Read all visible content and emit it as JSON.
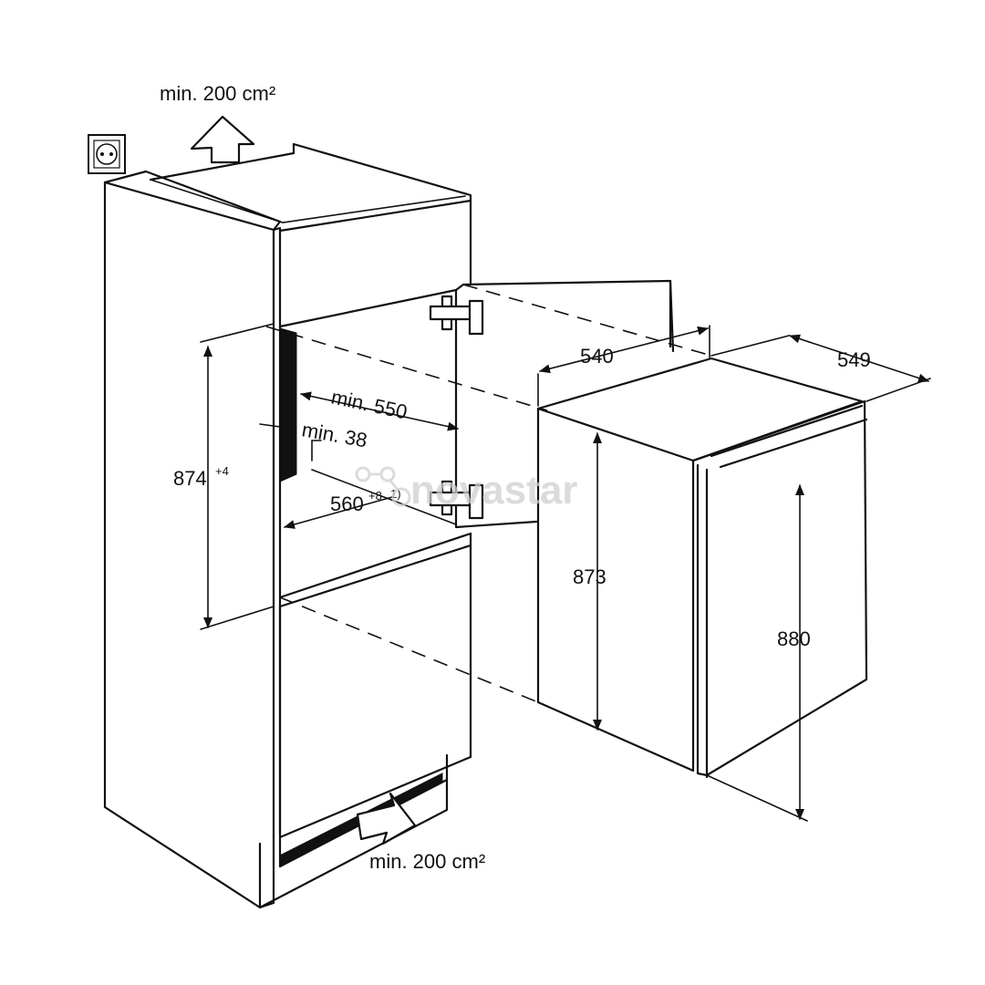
{
  "labels": {
    "vent_top": "min. 200 cm²",
    "vent_bottom": "min. 200 cm²",
    "niche_height": "874",
    "niche_height_tol": "+4",
    "min_depth": "min. 550",
    "min_gap": "min. 38",
    "niche_width": "560",
    "niche_width_tol": "+8",
    "niche_width_note": "1)",
    "appliance_width": "540",
    "appliance_depth": "549",
    "appliance_height_body": "873",
    "appliance_height_total": "880"
  },
  "watermark": "novastar",
  "icons": {
    "socket": "power-socket-icon",
    "vent_top_arrow": "arrow-up-icon",
    "vent_bottom_arrow": "arrow-right-icon"
  },
  "colors": {
    "line": "#111111",
    "background": "#ffffff"
  }
}
